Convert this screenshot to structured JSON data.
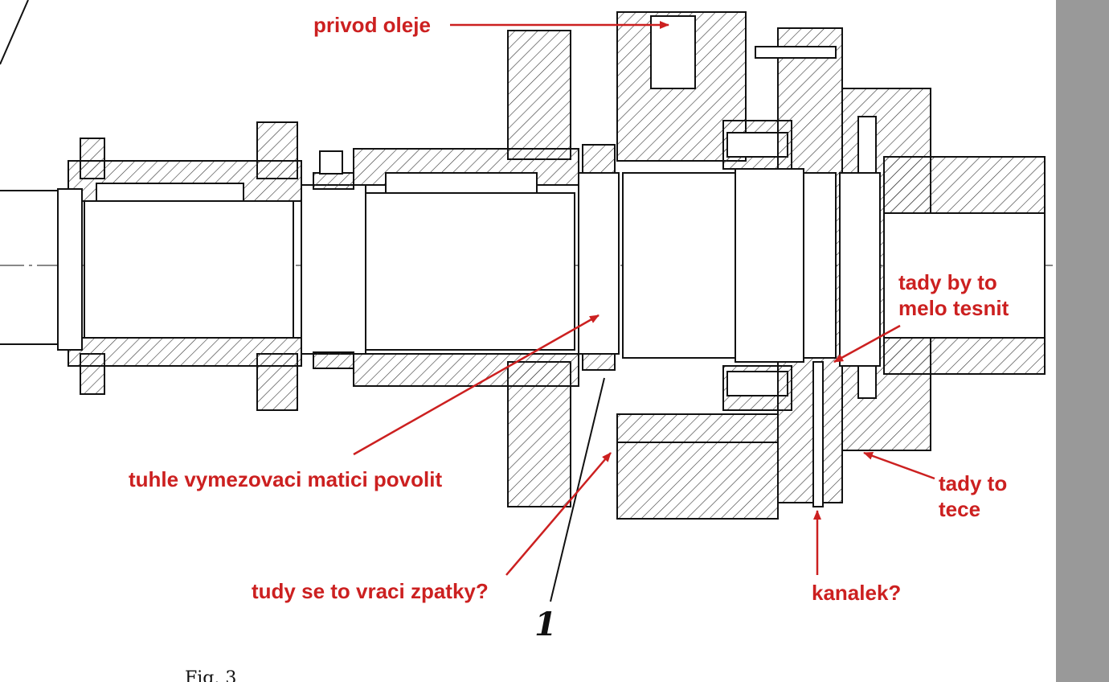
{
  "figure_caption": "Fig. 3",
  "part_number": "1",
  "annotations": {
    "oil_inlet": "privod oleje",
    "loosen_nut": "tuhle vymezovaci matici povolit",
    "return_path": "tudy se to vraci zpatky?",
    "channel": "kanalek?",
    "seal_line1": "tady by to",
    "seal_line2": "melo tesnit",
    "leak_line1": "tady to",
    "leak_line2": "tece"
  },
  "colors": {
    "annotation": "#cc2020",
    "sidebar": "#999999"
  }
}
